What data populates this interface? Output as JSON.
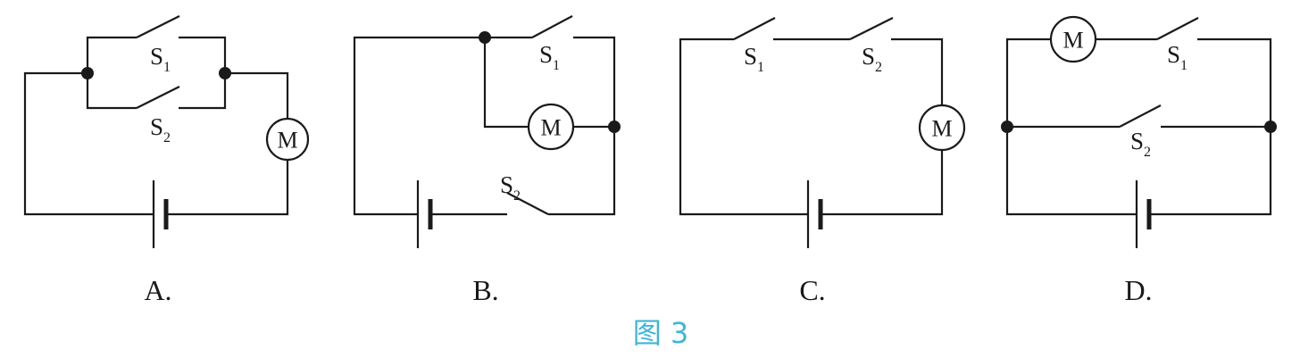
{
  "figure": {
    "caption": "图 3",
    "accent_color": "#3fb6d8",
    "line_color": "#1a1a1a"
  },
  "circuits": [
    {
      "option": "A.",
      "motor_label": "M",
      "switches": [
        {
          "letter": "S",
          "sub": "1"
        },
        {
          "letter": "S",
          "sub": "2"
        }
      ]
    },
    {
      "option": "B.",
      "motor_label": "M",
      "switches": [
        {
          "letter": "S",
          "sub": "1"
        },
        {
          "letter": "S",
          "sub": "2"
        }
      ]
    },
    {
      "option": "C.",
      "motor_label": "M",
      "switches": [
        {
          "letter": "S",
          "sub": "1"
        },
        {
          "letter": "S",
          "sub": "2"
        }
      ]
    },
    {
      "option": "D.",
      "motor_label": "M",
      "switches": [
        {
          "letter": "S",
          "sub": "1"
        },
        {
          "letter": "S",
          "sub": "2"
        }
      ]
    }
  ]
}
